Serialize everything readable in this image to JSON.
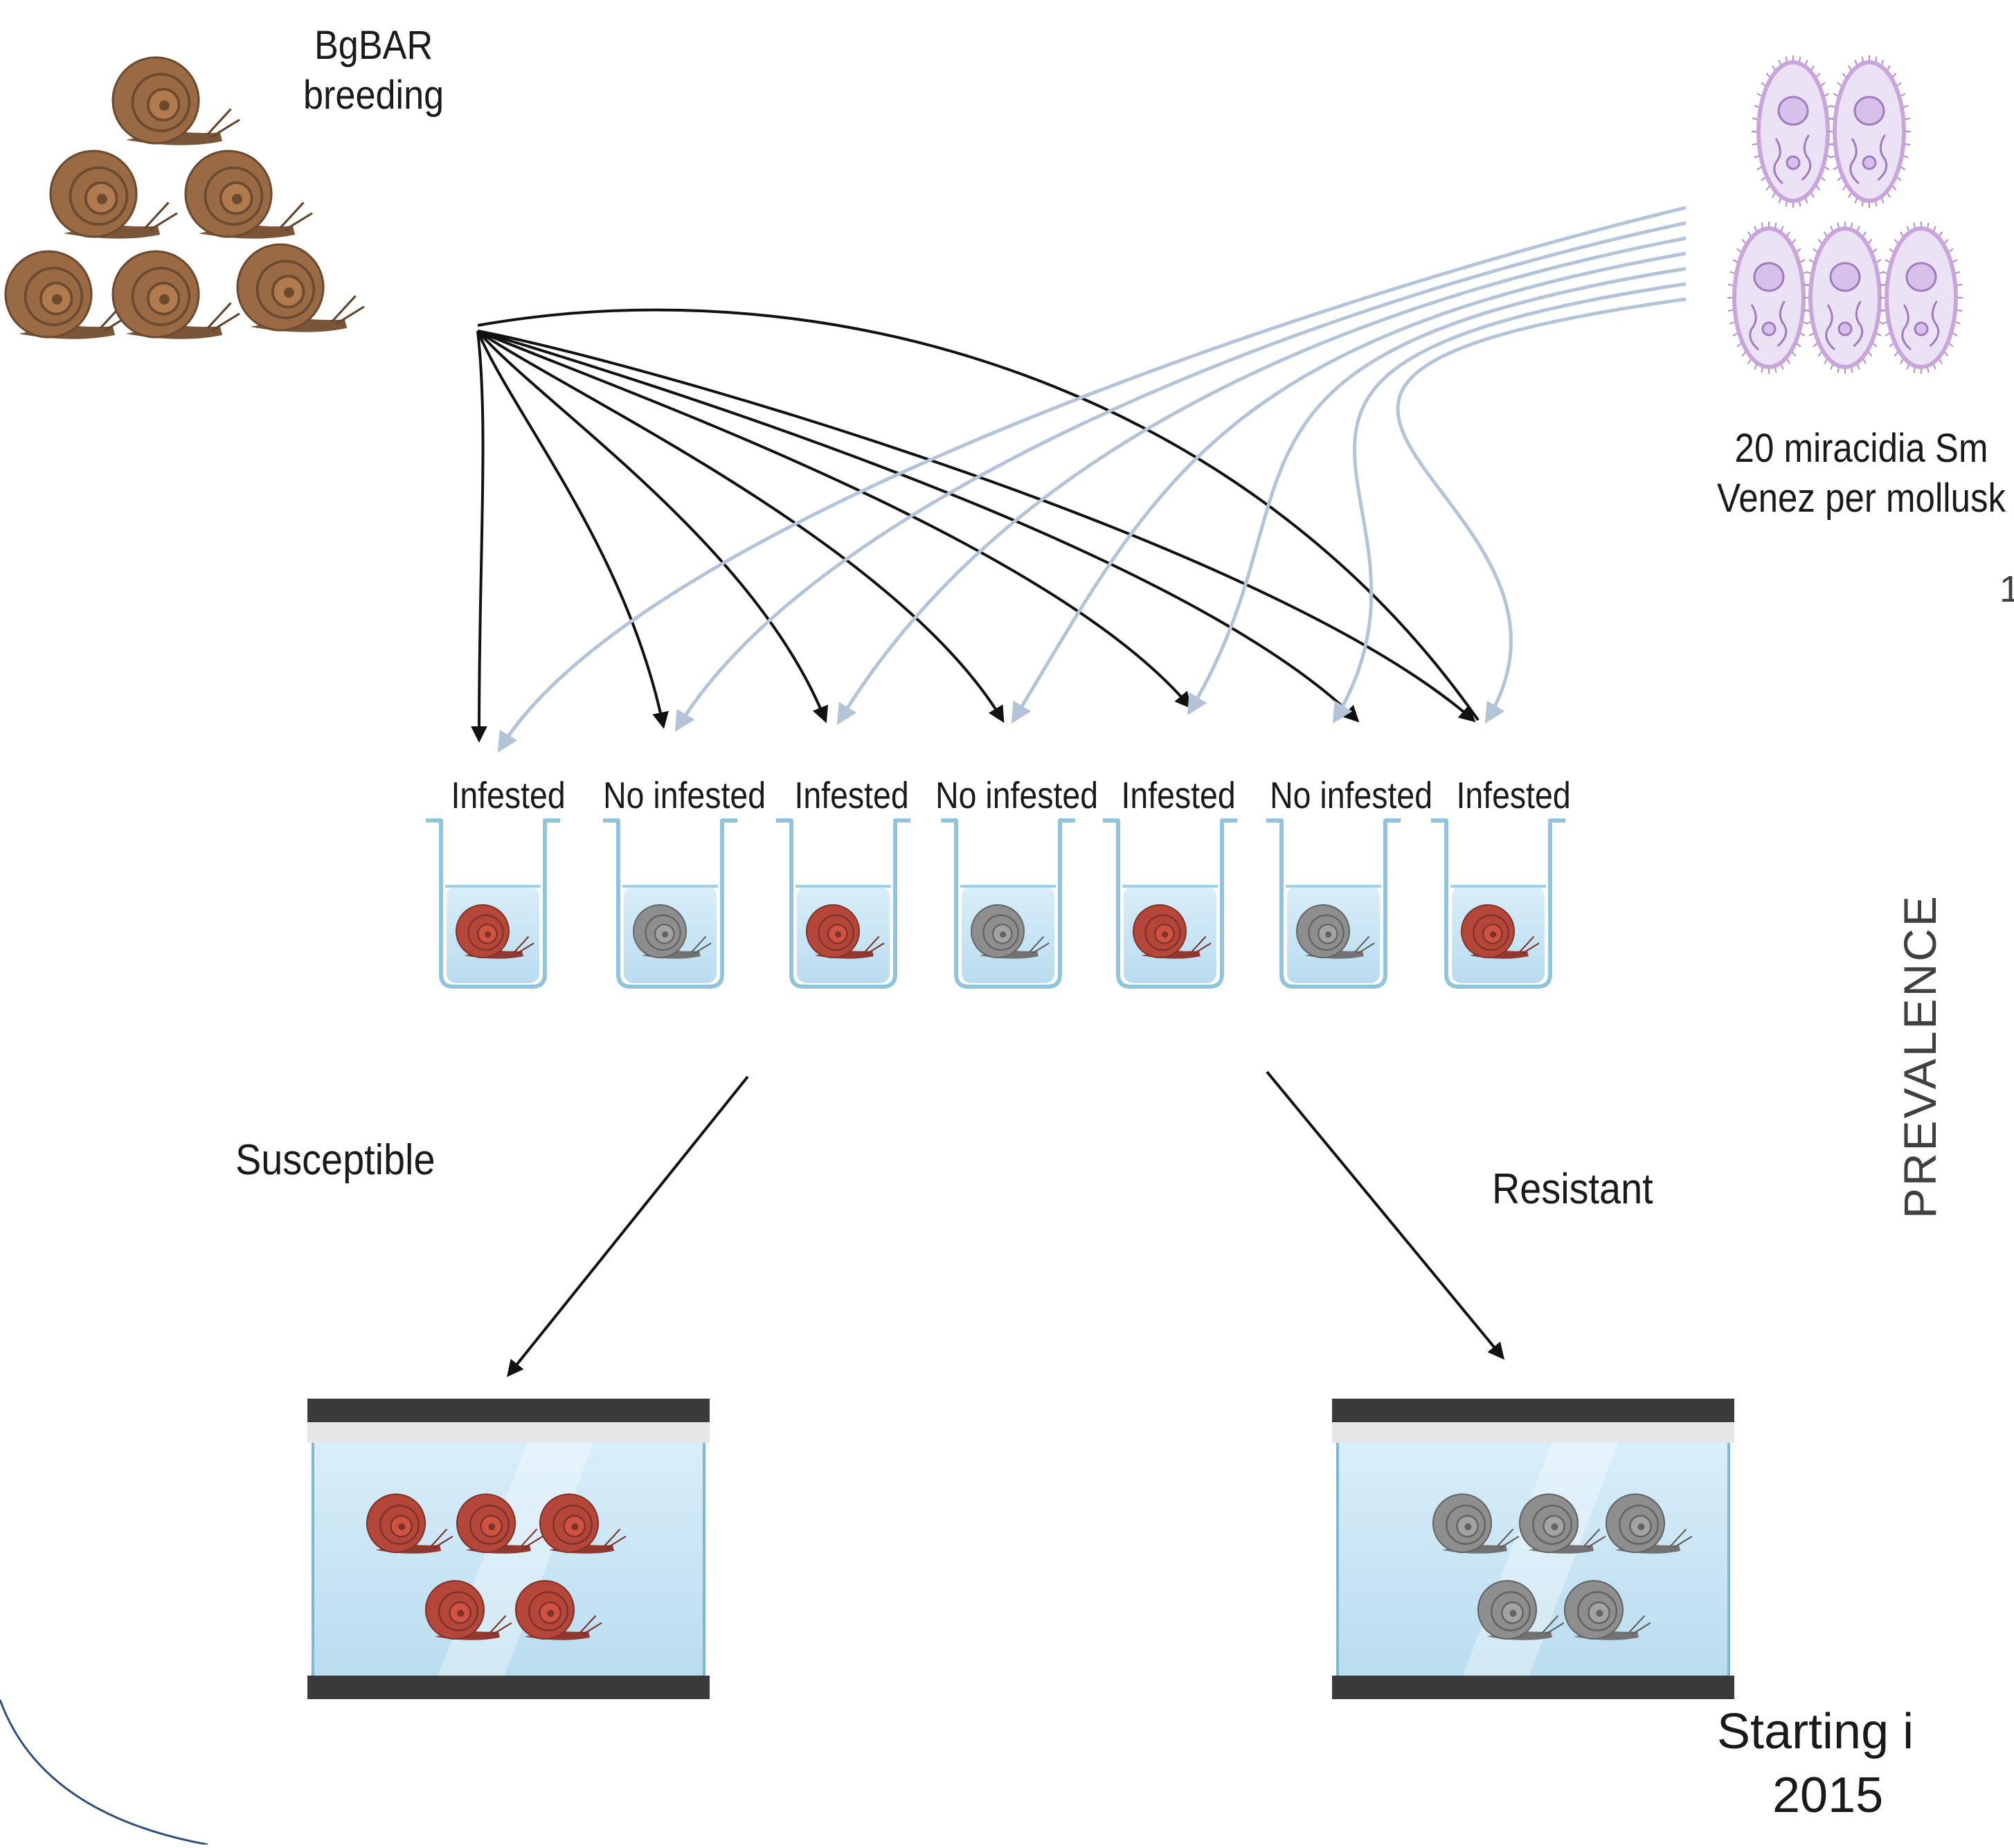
{
  "breeding": {
    "line1": "BgBAR",
    "line2": "breeding"
  },
  "miracidia": {
    "line1": "20 miracidia Sm",
    "line2": "Venez per mollusk"
  },
  "cups": [
    {
      "label": "Infested",
      "status": "infested"
    },
    {
      "label": "No infested",
      "status": "not-infested"
    },
    {
      "label": "Infested",
      "status": "infested"
    },
    {
      "label": "No infested",
      "status": "not-infested"
    },
    {
      "label": "Infested",
      "status": "infested"
    },
    {
      "label": "No infested",
      "status": "not-infested"
    },
    {
      "label": "Infested",
      "status": "infested"
    }
  ],
  "outcomes": {
    "susceptible": "Susceptible",
    "resistant": "Resistant"
  },
  "side": {
    "prevalence": "PREVALENCE",
    "starting": "Starting i",
    "year": "2015",
    "partial_digit": "1"
  },
  "colors": {
    "breeding_snail": "#9a6a45",
    "infected_snail": "#b5473a",
    "resistant_snail": "#8e8e8e",
    "parasite_arrow": "#b3c4d9",
    "snail_arrow": "#111111",
    "water": "#cfe6f4",
    "miracidium": "#c9a5dc"
  }
}
